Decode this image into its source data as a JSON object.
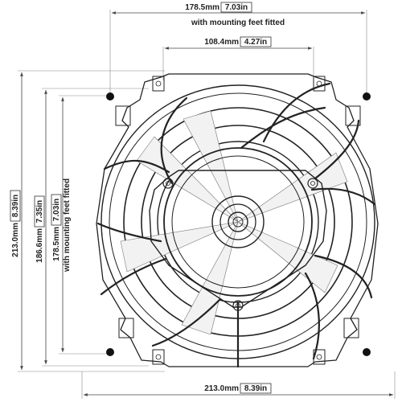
{
  "dimensions": {
    "top_width": {
      "mm": "178.5mm",
      "in": "7.03in",
      "note": "with mounting feet fitted"
    },
    "hub_width": {
      "mm": "108.4mm",
      "in": "4.27in"
    },
    "bottom_width": {
      "mm": "213.0mm",
      "in": "8.39in"
    },
    "left_height": {
      "mm": "213.0mm",
      "in": "8.39in"
    },
    "body_height": {
      "mm": "186.6mm",
      "in": "7.35in"
    },
    "mount_height": {
      "mm": "178.5mm",
      "in": "7.03in",
      "note": "with mounting feet fitted"
    }
  },
  "colors": {
    "line": "#222222",
    "dimension": "#444444",
    "background": "#ffffff"
  }
}
